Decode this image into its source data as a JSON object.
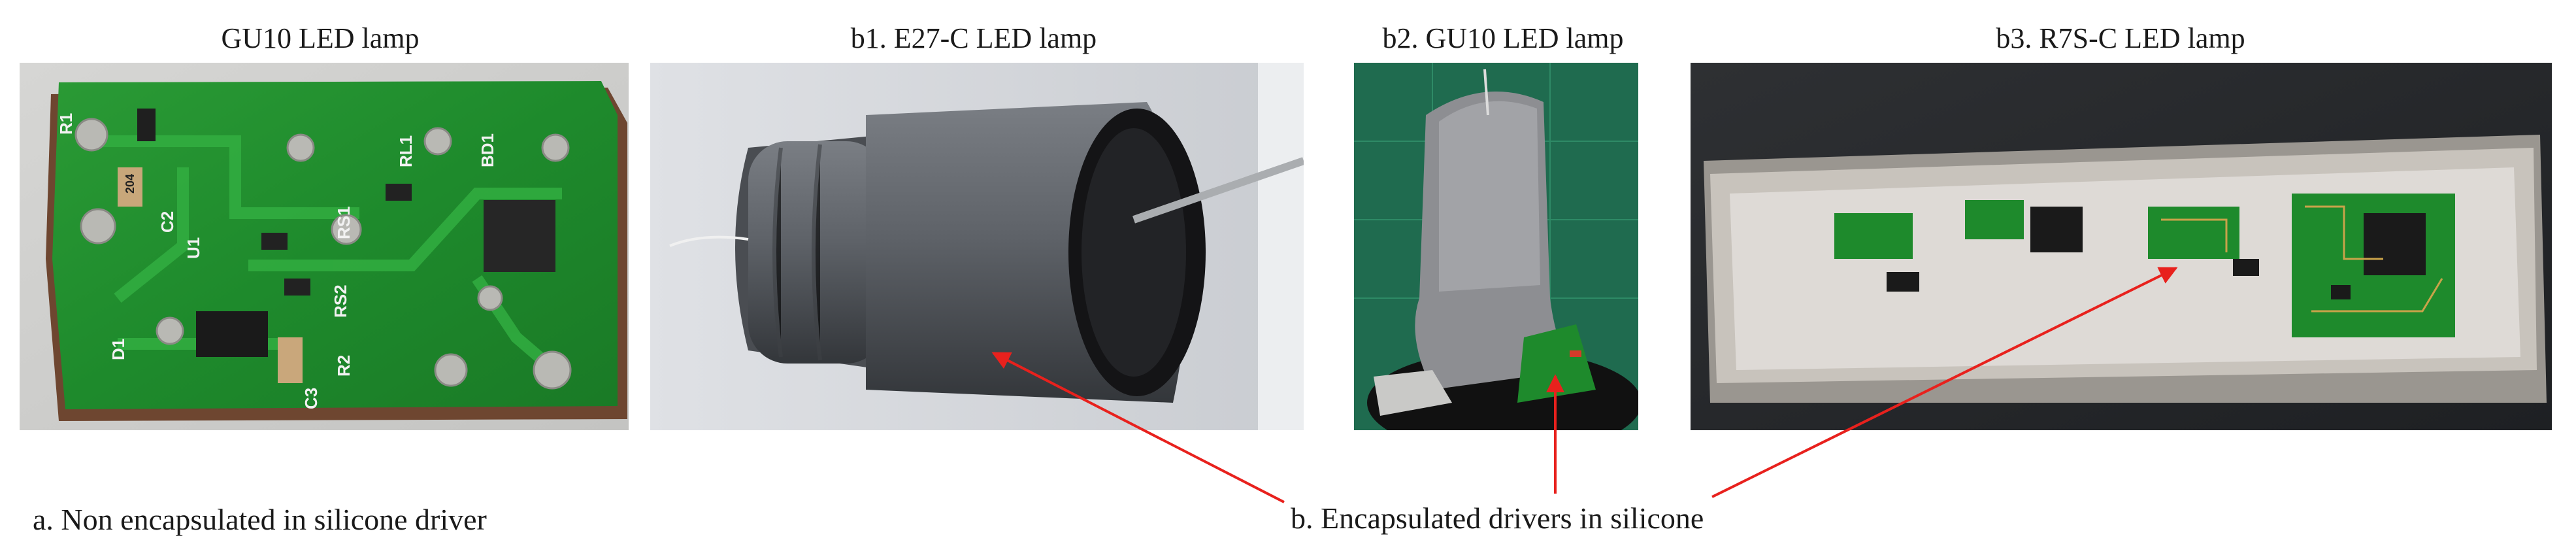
{
  "titles": {
    "p1": "GU10 LED lamp",
    "p2": "b1. E27-C LED lamp",
    "p3": "b2. GU10 LED lamp",
    "p4": "b3. R7S-C LED lamp"
  },
  "pcb_marks": [
    "R1",
    "204",
    "C2",
    "U1",
    "RS2",
    "RS1",
    "RL1",
    "BD1",
    "D1",
    "R2",
    "C3"
  ],
  "captions": {
    "a": "a. Non encapsulated in silicone driver",
    "b": "b. Encapsulated drivers in silicone"
  },
  "colors": {
    "arrow": "#e8211d",
    "pcb_green": "#1e8a2c",
    "lamp_gray": "#5e6268",
    "silicone": "#dedad6",
    "board_brown": "#6e4630"
  }
}
